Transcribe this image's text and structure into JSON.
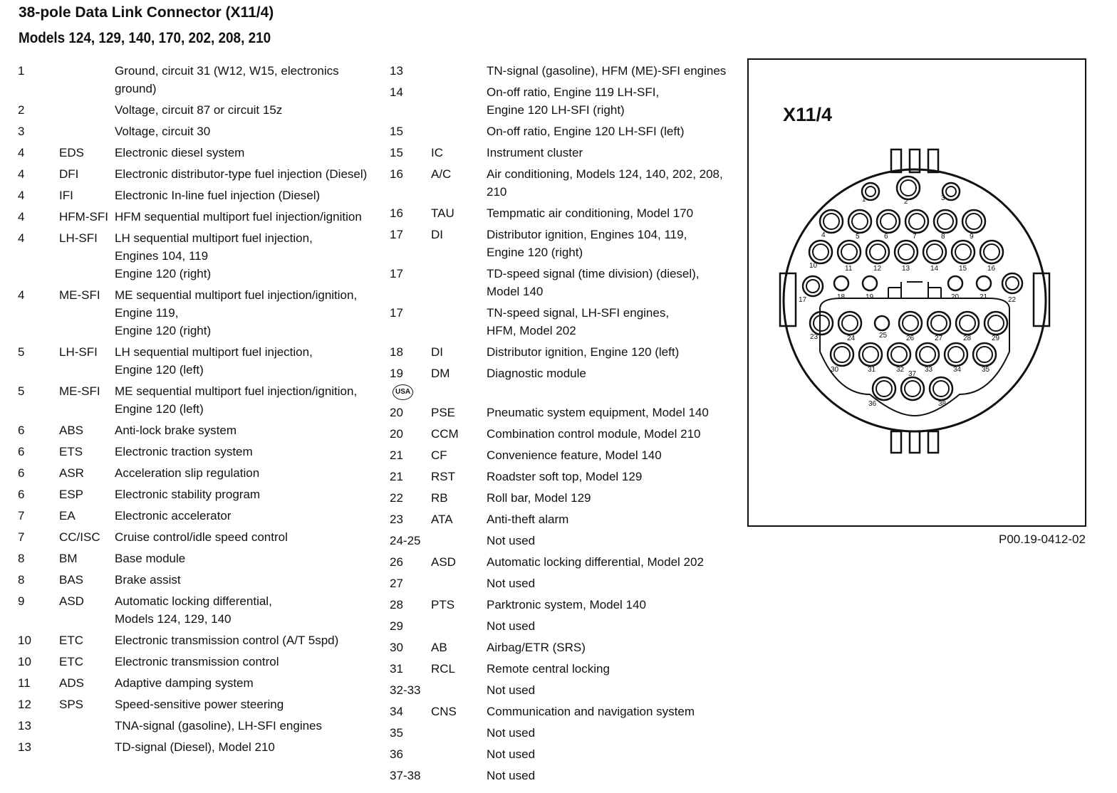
{
  "title": "38-pole Data Link Connector (X11/4)",
  "subtitle": "Models 124, 129, 140, 170, 202, 208, 210",
  "left_rows": [
    {
      "pin": "1",
      "abbr": "",
      "desc": "Ground, circuit 31 (W12, W15, electronics\nground)"
    },
    {
      "pin": "2",
      "abbr": "",
      "desc": "Voltage, circuit 87 or circuit 15z"
    },
    {
      "pin": "3",
      "abbr": "",
      "desc": "Voltage, circuit 30"
    },
    {
      "pin": "4",
      "abbr": "EDS",
      "desc": "Electronic diesel system"
    },
    {
      "pin": "4",
      "abbr": "DFI",
      "desc": "Electronic distributor-type fuel injection (Diesel)"
    },
    {
      "pin": "4",
      "abbr": "IFI",
      "desc": "Electronic In-line fuel injection (Diesel)"
    },
    {
      "pin": "4",
      "abbr": "HFM-SFI",
      "desc": "HFM sequential multiport fuel injection/ignition"
    },
    {
      "pin": "4",
      "abbr": "LH-SFI",
      "desc": "LH sequential multiport fuel injection,\nEngines 104, 119\nEngine 120 (right)"
    },
    {
      "pin": "4",
      "abbr": "ME-SFI",
      "desc": "ME sequential multiport fuel injection/ignition,\nEngine 119,\nEngine 120 (right)"
    },
    {
      "pin": "5",
      "abbr": "LH-SFI",
      "desc": "LH sequential multiport fuel injection,\nEngine 120 (left)"
    },
    {
      "pin": "5",
      "abbr": "ME-SFI",
      "desc": "ME sequential multiport fuel injection/ignition,\nEngine 120 (left)"
    },
    {
      "pin": "6",
      "abbr": "ABS",
      "desc": "Anti-lock brake system"
    },
    {
      "pin": "6",
      "abbr": "ETS",
      "desc": "Electronic traction system"
    },
    {
      "pin": "6",
      "abbr": "ASR",
      "desc": "Acceleration slip regulation"
    },
    {
      "pin": "6",
      "abbr": "ESP",
      "desc": "Electronic stability program"
    },
    {
      "pin": "7",
      "abbr": "EA",
      "desc": "Electronic accelerator"
    },
    {
      "pin": "7",
      "abbr": "CC/ISC",
      "desc": "Cruise control/idle speed control"
    },
    {
      "pin": "8",
      "abbr": "BM",
      "desc": "Base module"
    },
    {
      "pin": "8",
      "abbr": "BAS",
      "desc": "Brake assist"
    },
    {
      "pin": "9",
      "abbr": "ASD",
      "desc": "Automatic locking differential,\nModels 124, 129, 140"
    },
    {
      "pin": "10",
      "abbr": "ETC",
      "desc": "Electronic transmission control (A/T 5spd)"
    },
    {
      "pin": "10",
      "abbr": "ETC",
      "desc": "Electronic transmission control"
    },
    {
      "pin": "11",
      "abbr": "ADS",
      "desc": "Adaptive damping system"
    },
    {
      "pin": "12",
      "abbr": "SPS",
      "desc": "Speed-sensitive power steering"
    },
    {
      "pin": "13",
      "abbr": "",
      "desc": "TNA-signal (gasoline), LH-SFI engines"
    },
    {
      "pin": "13",
      "abbr": "",
      "desc": "TD-signal (Diesel), Model 210"
    }
  ],
  "right_rows": [
    {
      "pin": "13",
      "abbr": "",
      "desc": "TN-signal (gasoline), HFM (ME)-SFI engines"
    },
    {
      "pin": "14",
      "abbr": "",
      "desc": "On-off ratio, Engine 119 LH-SFI,\nEngine 120 LH-SFI (right)"
    },
    {
      "pin": "15",
      "abbr": "",
      "desc": "On-off ratio, Engine 120 LH-SFI (left)"
    },
    {
      "pin": "15",
      "abbr": "IC",
      "desc": "Instrument cluster"
    },
    {
      "pin": "16",
      "abbr": "A/C",
      "desc": "Air conditioning, Models 124, 140, 202, 208,\n210"
    },
    {
      "pin": "16",
      "abbr": "TAU",
      "desc": "Tempmatic air conditioning, Model 170"
    },
    {
      "pin": "17",
      "abbr": "DI",
      "desc": "Distributor ignition, Engines 104, 119,\nEngine 120 (right)"
    },
    {
      "pin": "17",
      "abbr": "",
      "desc": "TD-speed signal (time division) (diesel),\nModel 140"
    },
    {
      "pin": "17",
      "abbr": "",
      "desc": "TN-speed signal, LH-SFI engines,\nHFM, Model 202"
    },
    {
      "pin": "18",
      "abbr": "DI",
      "desc": "Distributor ignition, Engine 120 (left)"
    },
    {
      "pin": "19",
      "abbr": "DM",
      "desc": "Diagnostic module",
      "badge": "USA"
    },
    {
      "pin": "20",
      "abbr": "PSE",
      "desc": "Pneumatic system equipment, Model 140"
    },
    {
      "pin": "20",
      "abbr": "CCM",
      "desc": "Combination control module, Model 210"
    },
    {
      "pin": "21",
      "abbr": "CF",
      "desc": "Convenience feature, Model 140"
    },
    {
      "pin": "21",
      "abbr": "RST",
      "desc": "Roadster soft top, Model 129"
    },
    {
      "pin": "22",
      "abbr": "RB",
      "desc": "Roll bar, Model 129"
    },
    {
      "pin": "23",
      "abbr": "ATA",
      "desc": "Anti-theft alarm"
    },
    {
      "pin": "24-25",
      "abbr": "",
      "desc": "Not used"
    },
    {
      "pin": "26",
      "abbr": "ASD",
      "desc": "Automatic locking differential, Model 202"
    },
    {
      "pin": "27",
      "abbr": "",
      "desc": "Not used"
    },
    {
      "pin": "28",
      "abbr": "PTS",
      "desc": "Parktronic system, Model 140"
    },
    {
      "pin": "29",
      "abbr": "",
      "desc": "Not used"
    },
    {
      "pin": "30",
      "abbr": "AB",
      "desc": "Airbag/ETR (SRS)"
    },
    {
      "pin": "31",
      "abbr": "RCL",
      "desc": "Remote central locking"
    },
    {
      "pin": "32-33",
      "abbr": "",
      "desc": "Not used"
    },
    {
      "pin": "34",
      "abbr": "CNS",
      "desc": "Communication and navigation system"
    },
    {
      "pin": "35",
      "abbr": "",
      "desc": "Not used"
    },
    {
      "pin": "36",
      "abbr": "",
      "desc": "Not used"
    },
    {
      "pin": "37-38",
      "abbr": "",
      "desc": "Not used"
    }
  ],
  "diagram": {
    "label": "X11/4",
    "pin_labels": [
      "1",
      "2",
      "3",
      "4",
      "5",
      "6",
      "7",
      "8",
      "9",
      "10",
      "11",
      "12",
      "13",
      "14",
      "15",
      "16",
      "17",
      "18",
      "19",
      "20",
      "21",
      "22",
      "23",
      "24",
      "25",
      "26",
      "27",
      "28",
      "29",
      "30",
      "31",
      "32",
      "33",
      "34",
      "35",
      "36",
      "37",
      "38"
    ]
  },
  "part_number": "P00.19-0412-02"
}
